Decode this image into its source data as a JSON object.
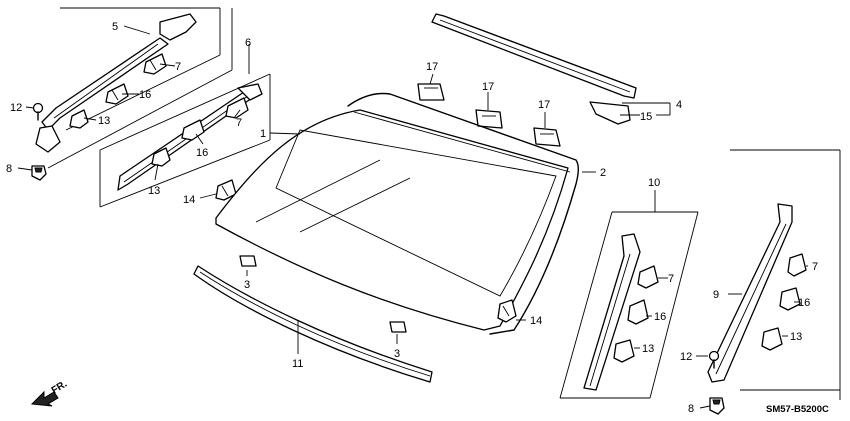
{
  "callouts": {
    "c1": "1",
    "c2": "2",
    "c3a": "3",
    "c3b": "3",
    "c4": "4",
    "c5": "5",
    "c6": "6",
    "c7a": "7",
    "c7b": "7",
    "c7c": "7",
    "c7d": "7",
    "c8a": "8",
    "c8b": "8",
    "c9": "9",
    "c10": "10",
    "c11": "11",
    "c12a": "12",
    "c12b": "12",
    "c13a": "13",
    "c13b": "13",
    "c13c": "13",
    "c13d": "13",
    "c14a": "14",
    "c14b": "14",
    "c15": "15",
    "c16a": "16",
    "c16b": "16",
    "c16c": "16",
    "c16d": "16",
    "c17a": "17",
    "c17b": "17",
    "c17c": "17"
  },
  "direction_label": "FR.",
  "diagram_code": "SM57-B5200C"
}
